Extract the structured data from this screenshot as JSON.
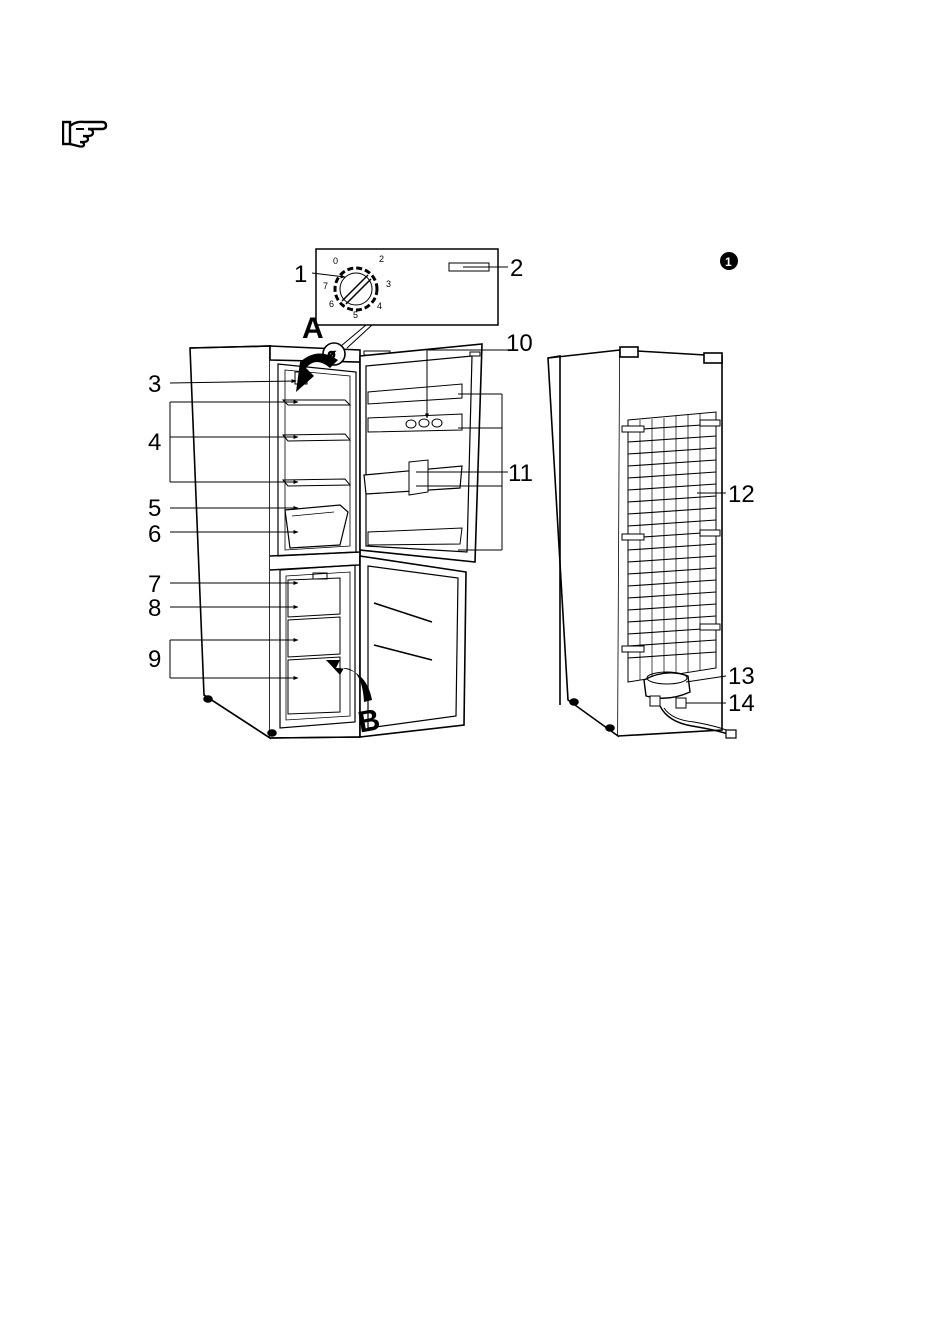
{
  "icons": {
    "pointer": "pointing-hand-icon"
  },
  "figure_badge": "1",
  "dial": {
    "numbers": [
      "0",
      "2",
      "3",
      "4",
      "5",
      "6",
      "7"
    ]
  },
  "callouts": {
    "c1": "1",
    "c2": "2",
    "c3": "3",
    "c4": "4",
    "c5": "5",
    "c6": "6",
    "c7": "7",
    "c8": "8",
    "c9": "9",
    "c10": "10",
    "c11": "11",
    "c12": "12",
    "c13": "13",
    "c14": "14"
  },
  "doors": {
    "a": "A",
    "b": "B"
  }
}
